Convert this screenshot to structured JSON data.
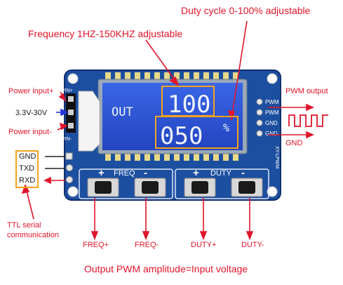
{
  "annotations": {
    "duty_range": "Duty cycle 0-100%  adjustable",
    "freq_range": "Frequency 1HZ-150KHZ adjustable",
    "power_plus": "Power input+",
    "voltage": "3.3V-30V",
    "power_minus": "Power input-",
    "pwm_output": "PWM output",
    "gnd_right": "GND",
    "ttl_serial": "TTL serial",
    "communication": "communication",
    "freq_plus": "FREQ+",
    "freq_minus": "FREQ-",
    "duty_plus": "DUTY+",
    "duty_minus": "DUTY-",
    "footer": "Output PWM amplitude=Input voltage"
  },
  "pins_left": [
    "GND",
    "TXD",
    "RXD"
  ],
  "board": {
    "vin_plus": "VIN+",
    "vin_minus": "VIN-",
    "pin_pwm_1": "PWM",
    "pin_pwm_2": "PWM",
    "pin_gnd_1": "GND",
    "pin_gnd_2": "GND",
    "model": "XY-LPWM",
    "freq_plus_sign": "+",
    "freq_label": "FREQ",
    "freq_minus_sign": "-",
    "duty_plus_sign": "+",
    "duty_label": "DUTY",
    "duty_minus_sign": "-"
  },
  "lcd": {
    "out": "OUT",
    "freq_value": "100",
    "duty_value": "050",
    "unit": "%"
  },
  "colors": {
    "accent_red": "#e0152b",
    "highlight": "#f5a31a",
    "pcb": "#1d4fa0",
    "lcd": "#2a55d8"
  }
}
